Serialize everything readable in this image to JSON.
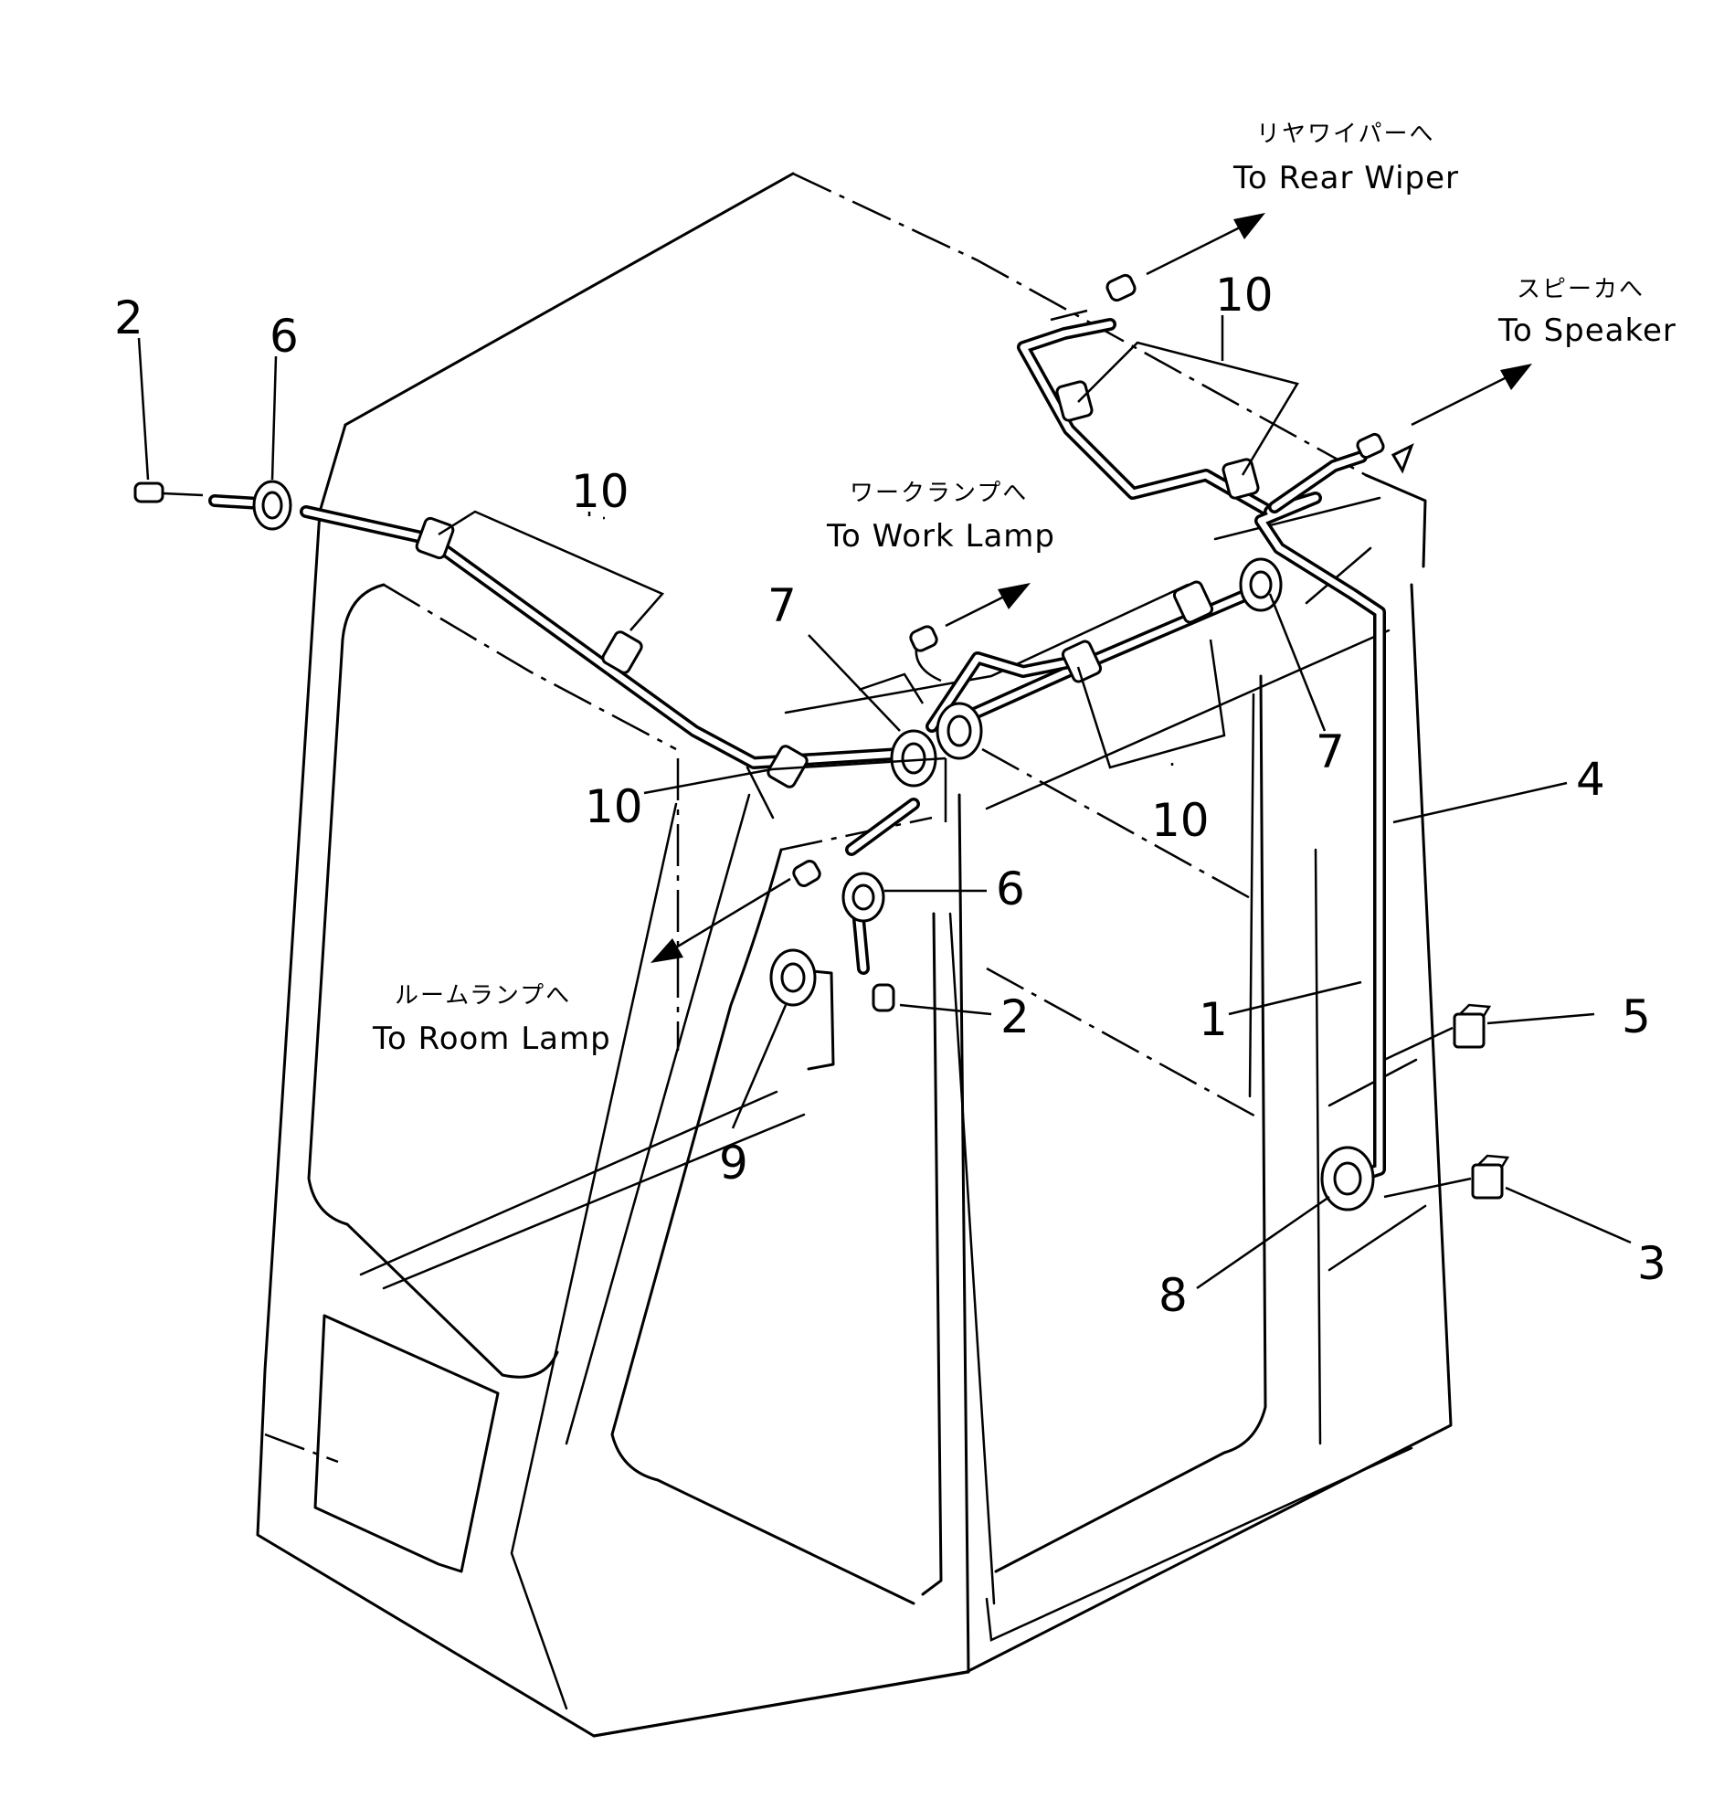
{
  "callouts": {
    "p2_left": "2",
    "p6_left": "6",
    "p10_top_left": "10",
    "p10_top_right": "10",
    "p10_mid_left": "10",
    "p10_mid_right": "10",
    "p7_left": "7",
    "p7_right": "7",
    "p6_center": "6",
    "p2_center": "2",
    "p9": "9",
    "p1": "1",
    "p4": "4",
    "p5": "5",
    "p3": "3",
    "p8": "8"
  },
  "destinations": {
    "rear_wiper": {
      "jp": "リヤワイパーへ",
      "en": "To Rear Wiper"
    },
    "speaker": {
      "jp": "スピーカへ",
      "en": "To Speaker"
    },
    "work_lamp": {
      "jp": "ワークランプへ",
      "en": "To Work Lamp"
    },
    "room_lamp": {
      "jp": "ルームランプへ",
      "en": "To Room Lamp"
    }
  }
}
